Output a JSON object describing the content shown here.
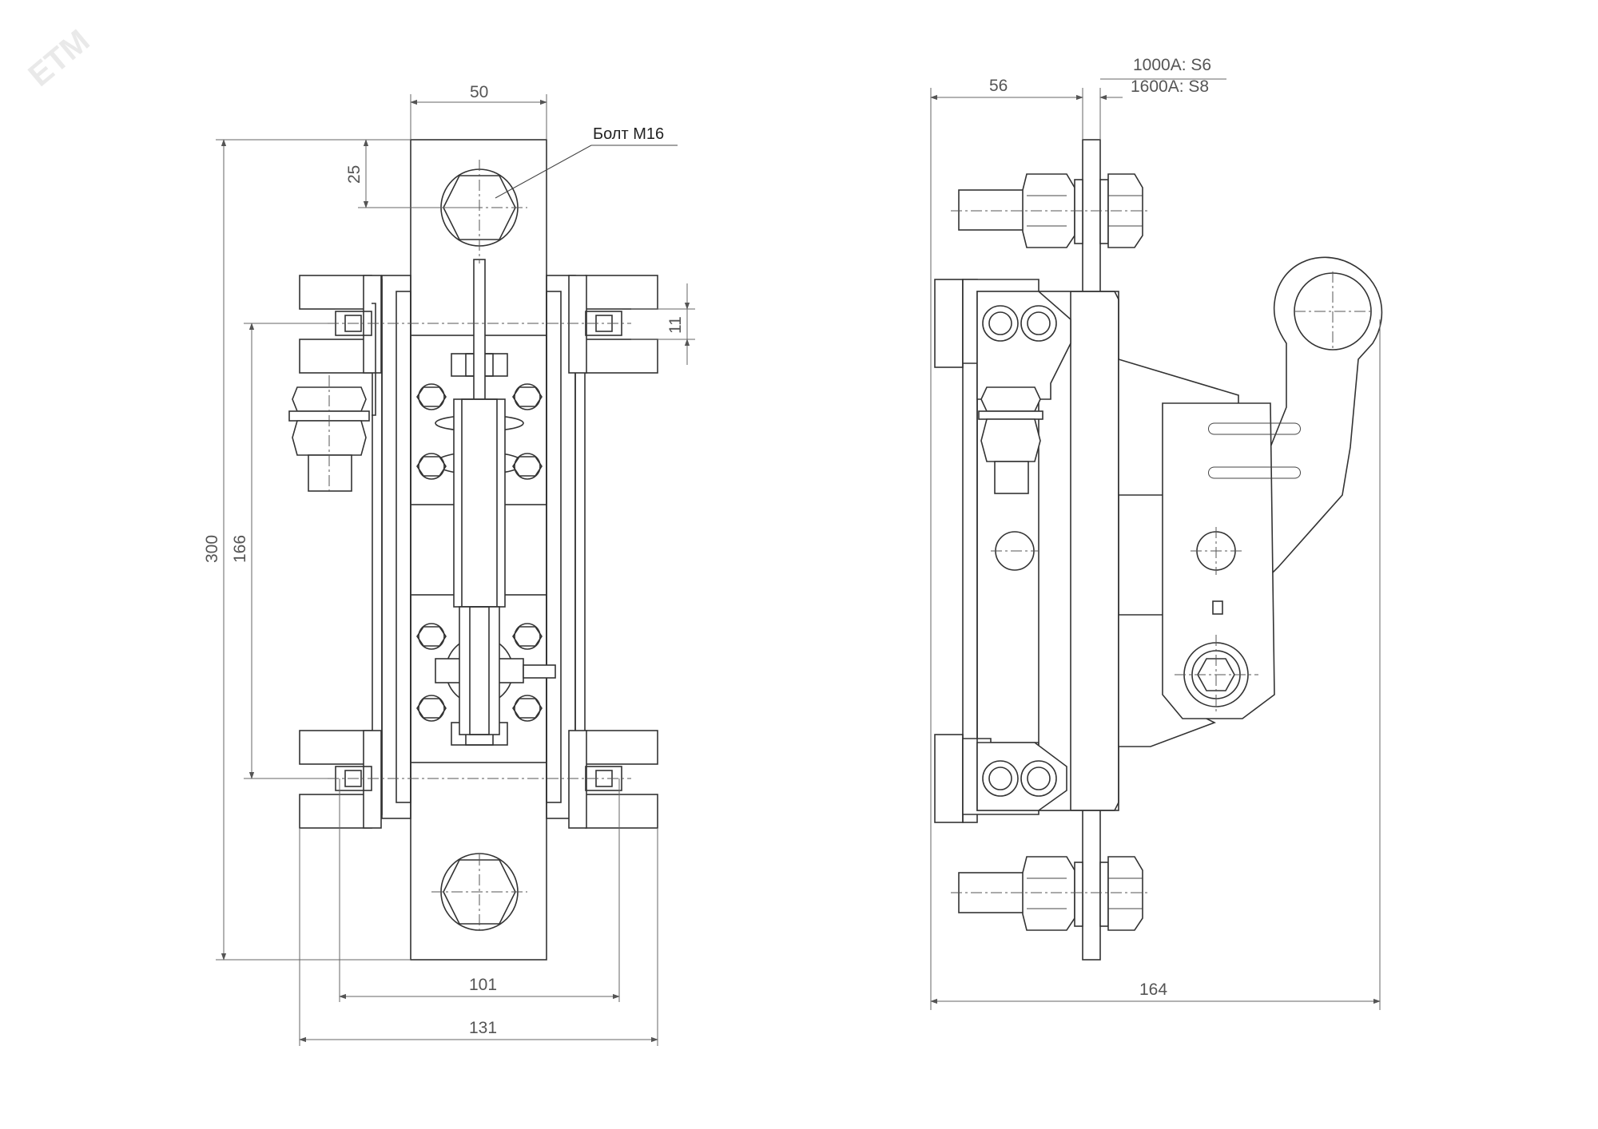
{
  "watermark": "ETM",
  "callout": {
    "bolt": "Болт М16"
  },
  "dimensions": {
    "width_50": "50",
    "offset_25": "25",
    "height_300": "300",
    "spacing_166": "166",
    "slot_11": "11",
    "span_101": "101",
    "span_131": "131",
    "depth_56": "56",
    "depth_164": "164",
    "thickness_1000": "1000A: S6",
    "thickness_1600": "1600A: S8"
  }
}
